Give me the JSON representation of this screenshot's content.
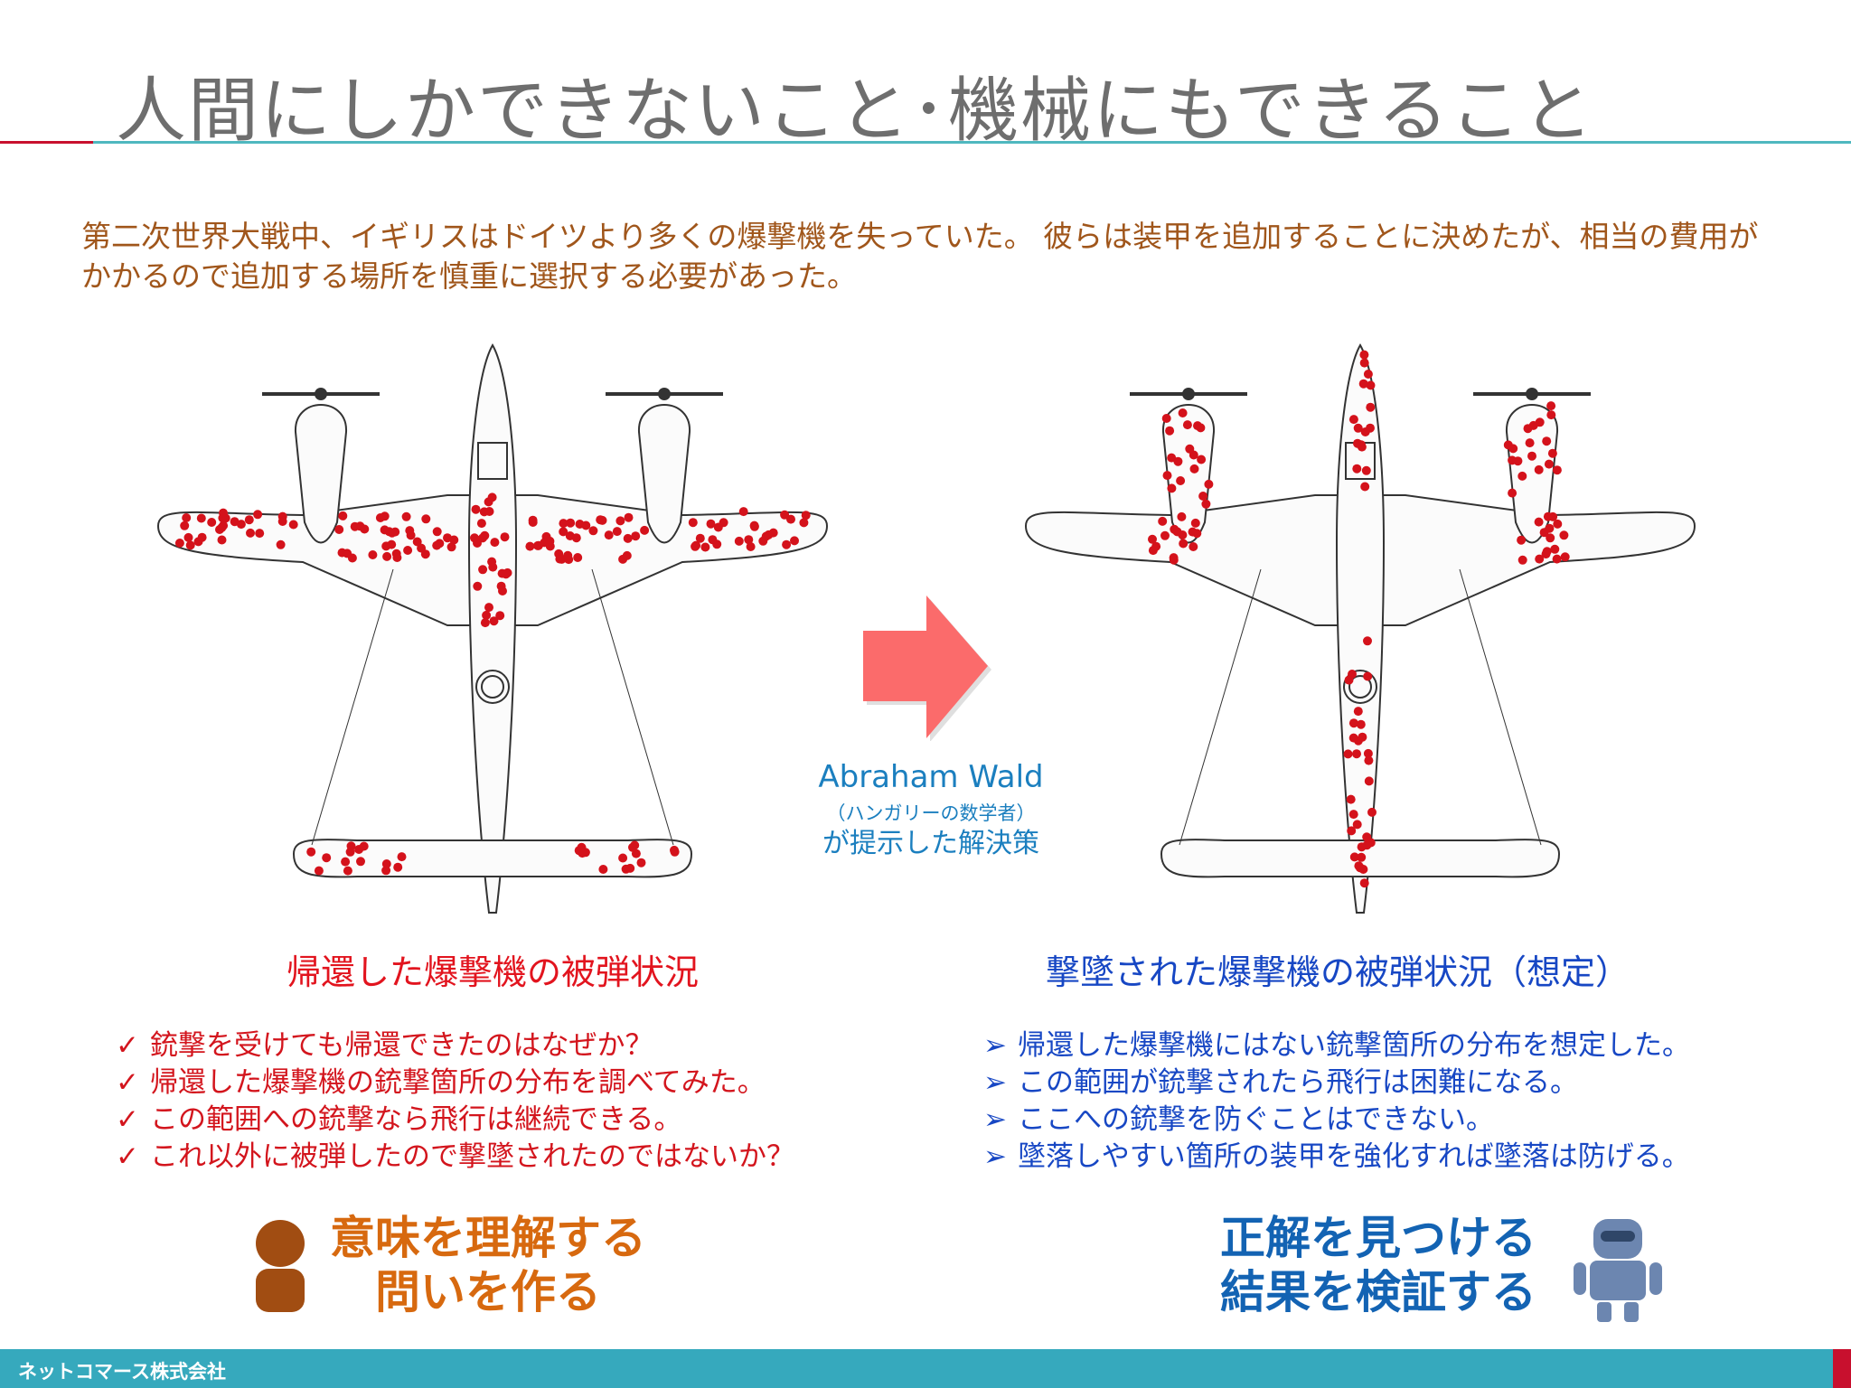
{
  "slide": {
    "title": "人間にしかできないこと･機械にもできること",
    "intro": "第二次世界大戦中、イギリスはドイツより多くの爆撃機を失っていた。 彼らは装甲を追加することに決めたが、相当の費用がかかるので追加する場所を慎重に選択する必要があった。"
  },
  "wald": {
    "name": "Abraham Wald",
    "role": "（ハンガリーの数学者）",
    "desc": "が提示した解決策"
  },
  "left": {
    "caption": "帰還した爆撃機の被弾状況",
    "items": [
      "銃撃を受けても帰還できたのはなぜか？",
      "帰還した爆撃機の銃撃箇所の分布を調べてみた。",
      "この範囲への銃撃なら飛行は継続できる。",
      "これ以外に被弾したので撃墜されたのではないか？"
    ],
    "marker": "✓",
    "action_line1": "意味を理解する",
    "action_line2": "問いを作る"
  },
  "right": {
    "caption": "撃墜された爆撃機の被弾状況（想定）",
    "items": [
      "帰還した爆撃機にはない銃撃箇所の分布を想定した。",
      "この範囲が銃撃されたら飛行は困難になる。",
      "ここへの銃撃を防ぐことはできない。",
      "墜落しやすい箇所の装甲を強化すれば墜落は防げる。"
    ],
    "marker": "➢",
    "action_line1": "正解を見つける",
    "action_line2": "結果を検証する"
  },
  "footer": {
    "company": "ネットコマース株式会社"
  },
  "colors": {
    "hit_dot": "#d4121b",
    "arrow": "#fb6b6b",
    "left_text": "#d3151d",
    "right_text": "#1747c4",
    "footer_bar": "#36a9bd"
  },
  "icons": {
    "human": "person-icon",
    "robot": "robot-icon",
    "arrow": "right-arrow-icon"
  }
}
